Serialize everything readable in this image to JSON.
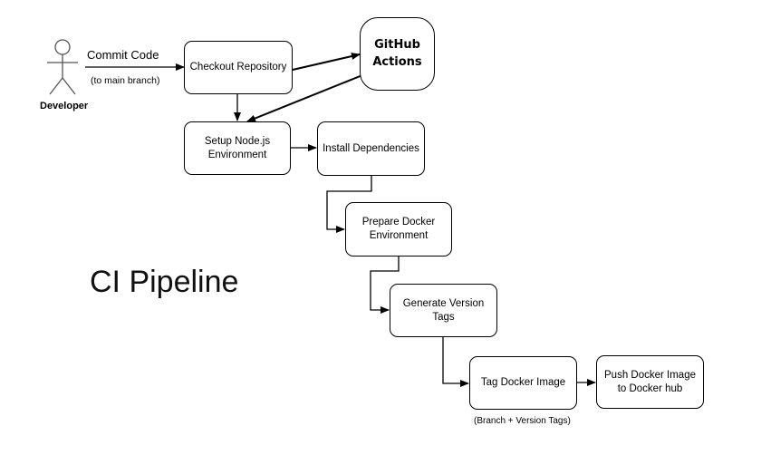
{
  "title": "CI Pipeline",
  "actor": {
    "label": "Developer"
  },
  "edge_labels": {
    "commit": "Commit Code",
    "commit_sub": "(to main branch)",
    "tags_note": "(Branch + Version Tags)"
  },
  "nodes": {
    "checkout": "Checkout Repository",
    "github_actions": "GitHub\nActions",
    "setup_node": "Setup Node.js\nEnvironment",
    "install_deps": "Install Dependencies",
    "prepare_docker": "Prepare Docker\nEnvironment",
    "generate_tags": "Generate Version\nTags",
    "tag_image": "Tag Docker Image",
    "push_image": "Push Docker Image\nto Docker hub"
  },
  "edges": [
    [
      "developer",
      "checkout"
    ],
    [
      "checkout",
      "github_actions"
    ],
    [
      "github_actions",
      "setup_node"
    ],
    [
      "checkout",
      "setup_node"
    ],
    [
      "setup_node",
      "install_deps"
    ],
    [
      "install_deps",
      "prepare_docker"
    ],
    [
      "prepare_docker",
      "generate_tags"
    ],
    [
      "generate_tags",
      "tag_image"
    ],
    [
      "tag_image",
      "push_image"
    ]
  ]
}
